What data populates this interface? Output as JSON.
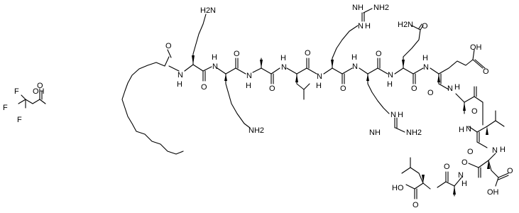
{
  "labels": {
    "tfa_f1": "F",
    "tfa_f2": "F",
    "tfa_f3": "F",
    "tfa_o": "O",
    "tfa_oh": "OH",
    "lipid_o": "O",
    "h2n_top": "H2N",
    "nh_1": "H",
    "nh_1n": "N",
    "o_1": "O",
    "nh_2": "H",
    "nh_2n": "N",
    "o_2": "O",
    "nh2_lys2": "NH2",
    "nh_3": "H",
    "nh_3n": "N",
    "o_3": "O",
    "nh_4": "H",
    "nh_4n": "N",
    "o_4": "O",
    "nh_5": "H",
    "nh_5n": "N",
    "o_5": "O",
    "arg1_nh": "NH",
    "arg1_nh2": "NH2",
    "arg1_n": "N",
    "arg1_h": "H",
    "nh_6": "H",
    "nh_6n": "N",
    "o_6": "O",
    "arg2_nh": "NH",
    "arg2_nh2": "NH2",
    "arg2_n": "N",
    "arg2_h": "H",
    "gln_h2n": "H2N",
    "gln_o": "O",
    "nh_7": "H",
    "nh_7n": "N",
    "o_7": "O",
    "glu_oh": "OH",
    "glu_o": "O",
    "nh_8": "H",
    "nh_8n": "N",
    "o_8": "O",
    "nh_9": "H",
    "nh_9n": "N",
    "o_9": "O",
    "nh_10": "H",
    "nh_10n": "N",
    "o_10": "O",
    "asp_o": "O",
    "asp_oh": "OH",
    "nh_11": "H",
    "nh_11n": "N",
    "o_11": "O",
    "nh_12": "H",
    "nh_12n": "N",
    "o_12": "O",
    "leu_ho": "HO",
    "leu_o": "O"
  }
}
